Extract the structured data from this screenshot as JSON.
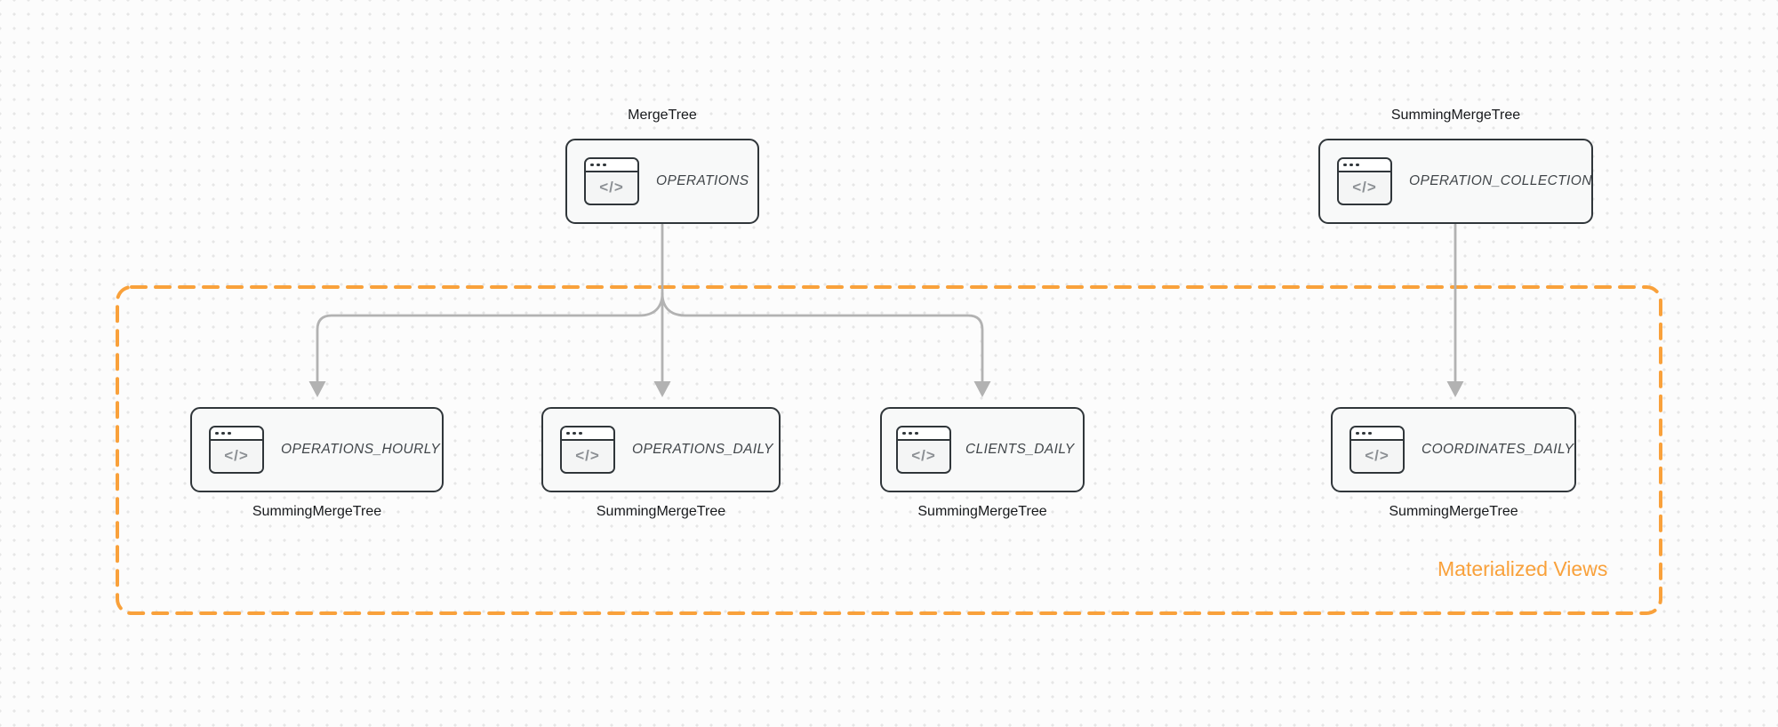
{
  "diagram": {
    "icon_glyph": "</>",
    "group": {
      "label": "Materialized Views"
    },
    "nodes": [
      {
        "id": "operations",
        "title": "OPERATIONS",
        "engine_label": "MergeTree"
      },
      {
        "id": "operation_collection",
        "title": "OPERATION_COLLECTION",
        "engine_label": "SummingMergeTree"
      },
      {
        "id": "operations_hourly",
        "title": "OPERATIONS_HOURLY",
        "engine_label": "SummingMergeTree"
      },
      {
        "id": "operations_daily",
        "title": "OPERATIONS_DAILY",
        "engine_label": "SummingMergeTree"
      },
      {
        "id": "clients_daily",
        "title": "CLIENTS_DAILY",
        "engine_label": "SummingMergeTree"
      },
      {
        "id": "coordinates_daily",
        "title": "COORDINATES_DAILY",
        "engine_label": "SummingMergeTree"
      }
    ],
    "edges": [
      {
        "from": "OPERATIONS",
        "to": "OPERATIONS_HOURLY"
      },
      {
        "from": "OPERATIONS",
        "to": "OPERATIONS_DAILY"
      },
      {
        "from": "OPERATIONS",
        "to": "CLIENTS_DAILY"
      },
      {
        "from": "OPERATION_COLLECTION",
        "to": "COORDINATES_DAILY"
      }
    ],
    "colors": {
      "accent_orange": "#f9a13b",
      "node_border": "#30363a",
      "node_fill": "#f8f9f9",
      "arrow": "#b2b2b2",
      "engine_label_text": "#17191c",
      "node_title_text": "#41464a"
    }
  }
}
